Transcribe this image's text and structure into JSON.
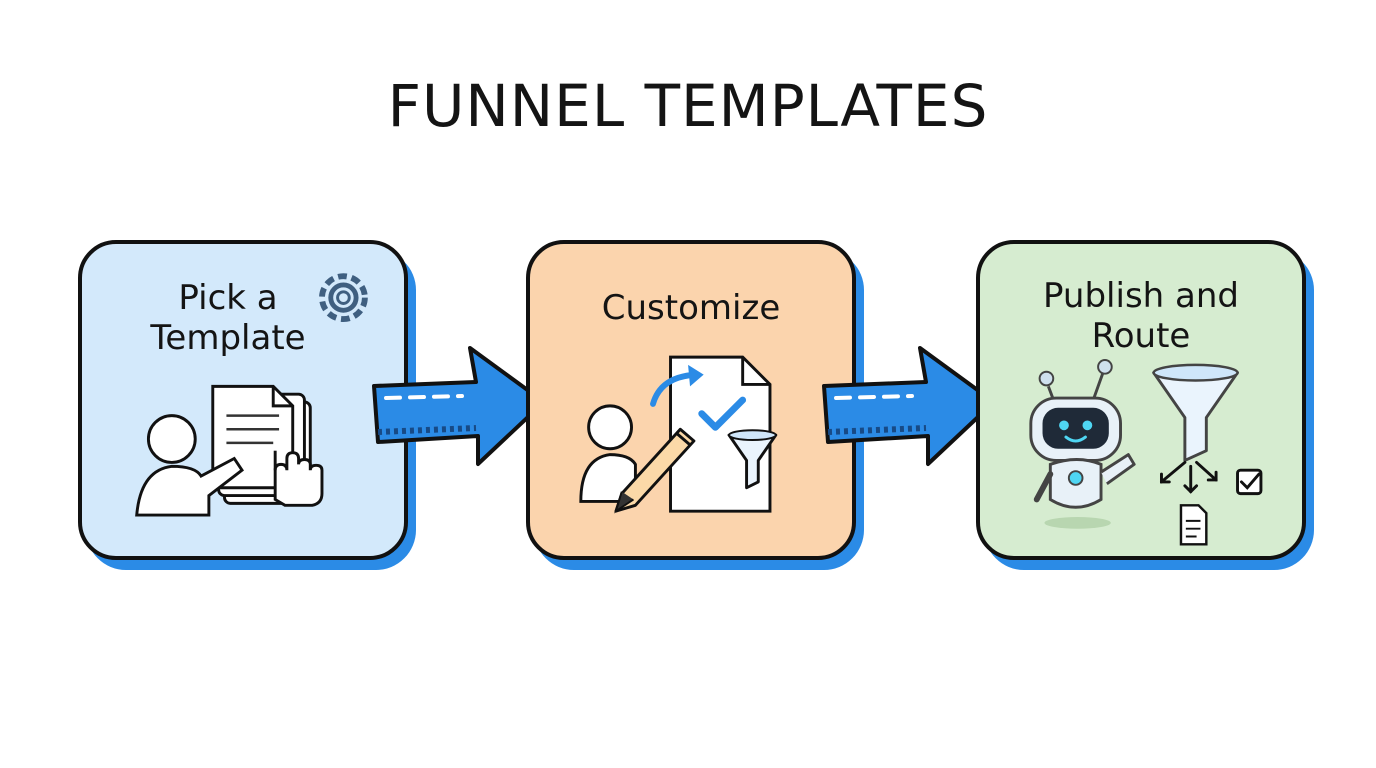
{
  "diagram": {
    "title": "FUNNEL TEMPLATES",
    "steps": [
      {
        "label": "Pick a\nTemplate",
        "fill": "#d3e9fb"
      },
      {
        "label": "Customize",
        "fill": "#fbd4ad"
      },
      {
        "label": "Publish and\nRoute",
        "fill": "#d6ecd0"
      }
    ],
    "colors": {
      "arrow": "#2b8be6",
      "outline": "#111111",
      "accent": "#3da1ea"
    }
  }
}
